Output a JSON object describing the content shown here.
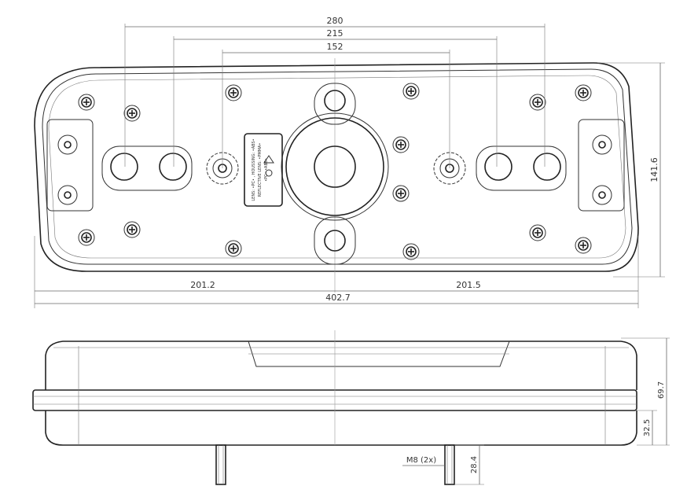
{
  "top_view": {
    "dims": {
      "width_280": "280",
      "width_215": "215",
      "width_152": "152",
      "height": "141.6",
      "left_half": "201.2",
      "right_half": "201.5",
      "total": "402.7"
    },
    "label_lines": [
      "LENS: •PC• , HOUSSING: •ABS•",
      "REFLECTIVE LENS: •PMMA•",
      "•PC• •ABS•"
    ]
  },
  "side_view": {
    "dims": {
      "height": "69.7",
      "flange": "32.5",
      "stud_length": "28.4",
      "thread": "M8 (2x)"
    }
  }
}
